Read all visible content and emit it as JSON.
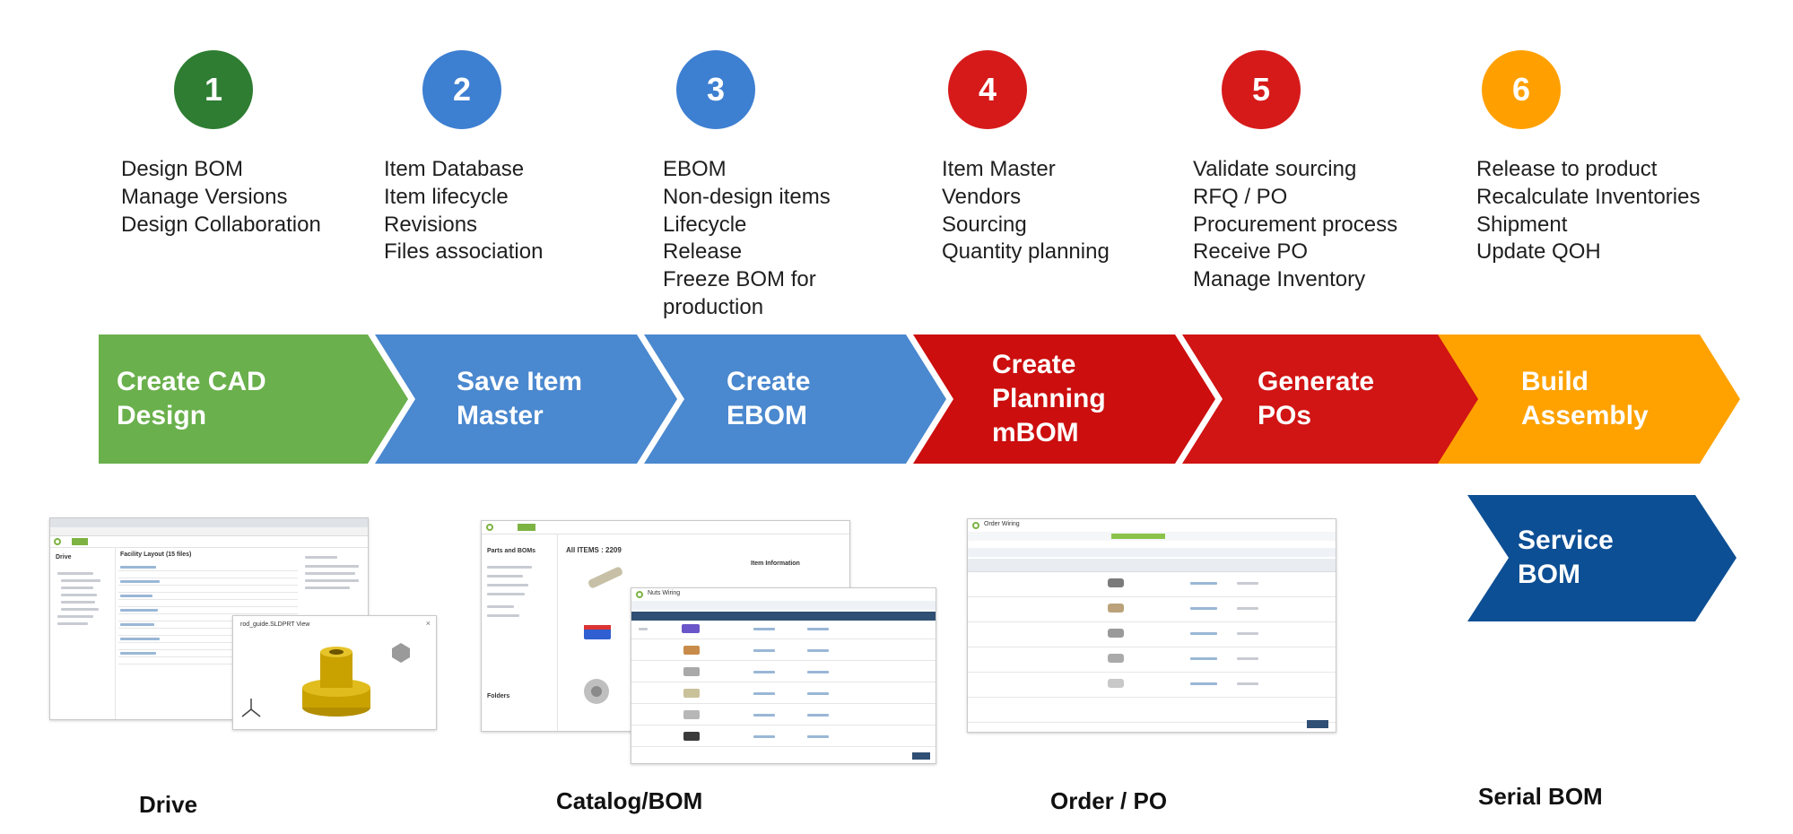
{
  "steps": [
    {
      "number": "1",
      "color": "#2e7d32",
      "items": [
        "Design BOM",
        "Manage Versions",
        "Design Collaboration"
      ]
    },
    {
      "number": "2",
      "color": "#3d7fd1",
      "items": [
        "Item Database",
        "Item lifecycle",
        "Revisions",
        "Files association"
      ]
    },
    {
      "number": "3",
      "color": "#3d7fd1",
      "items": [
        "EBOM",
        "Non-design items",
        "Lifecycle",
        "Release",
        "Freeze BOM for",
        "production"
      ]
    },
    {
      "number": "4",
      "color": "#d61a1a",
      "items": [
        "Item Master",
        "Vendors",
        "Sourcing",
        "Quantity planning"
      ]
    },
    {
      "number": "5",
      "color": "#d61a1a",
      "items": [
        "Validate sourcing",
        "RFQ / PO",
        "Procurement process",
        "Receive PO",
        "Manage Inventory"
      ]
    },
    {
      "number": "6",
      "color": "#ffa000",
      "items": [
        "Release to product",
        "Recalculate Inventories",
        "Shipment",
        "Update QOH"
      ]
    }
  ],
  "arrows": [
    {
      "lines": [
        "Create CAD",
        "Design"
      ],
      "color": "#6ab04c"
    },
    {
      "lines": [
        "Save Item",
        "Master"
      ],
      "color": "#4a88cf"
    },
    {
      "lines": [
        "Create",
        "EBOM"
      ],
      "color": "#4a88cf"
    },
    {
      "lines": [
        "Create",
        "Planning",
        "mBOM"
      ],
      "color": "#cc0e0e"
    },
    {
      "lines": [
        "Generate",
        "POs"
      ],
      "color": "#d11414"
    },
    {
      "lines": [
        "Build",
        "Assembly"
      ],
      "color": "#ffa200"
    },
    {
      "lines": [
        "Service",
        "BOM"
      ],
      "color": "#0d4f94"
    }
  ],
  "screenshots": {
    "drive": {
      "heading": "Facility Layout (15 files)",
      "sidebar_title": "Drive",
      "viewer_title": "rod_guide.SLDPRT View"
    },
    "catalog": {
      "sidebar_title": "Parts and BOMs",
      "heading": "All ITEMS : 2209",
      "side_section": "Folders",
      "panel_title": "Item Information",
      "overlay_title": "Nuts Wiring"
    },
    "order": {
      "title": "Order Wiring"
    }
  },
  "captions": [
    "Drive",
    "Catalog/BOM",
    "Order / PO",
    "Serial BOM"
  ]
}
